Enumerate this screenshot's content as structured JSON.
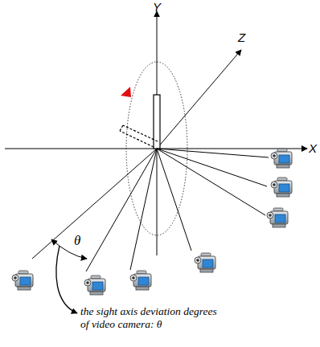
{
  "diagram": {
    "labels": [
      "Y",
      "Z",
      "X",
      "θ",
      "the sight axis deviation degrees of video camera: θ"
    ]
  }
}
